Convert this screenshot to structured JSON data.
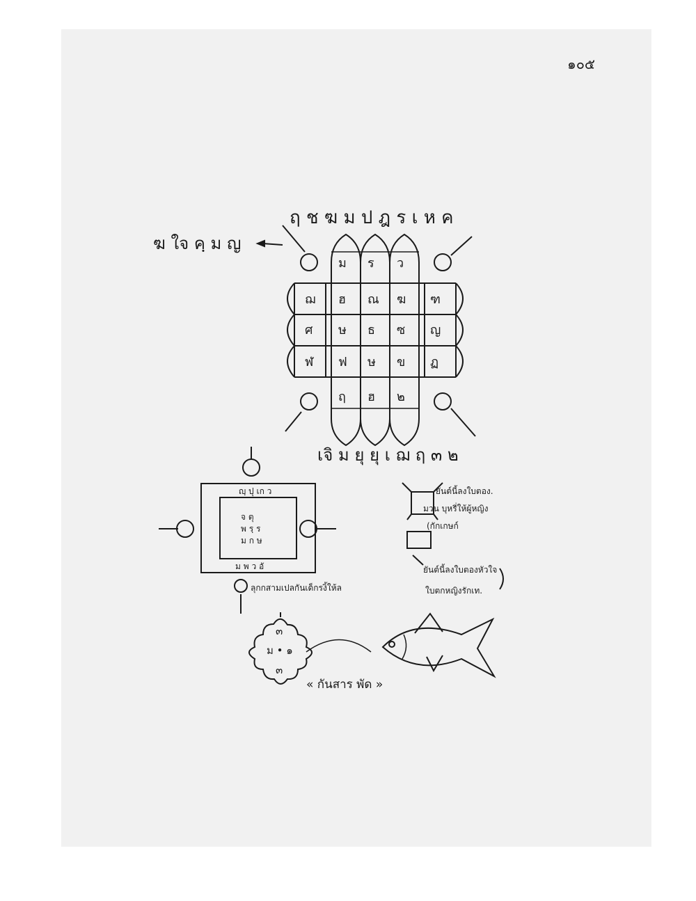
{
  "page": {
    "number": "๑๐๕"
  },
  "fish_talisman": {
    "caption": "« กันสาร พัด »",
    "medallion_glyphs": [
      "๓",
      "ม • ๑",
      "๓"
    ]
  },
  "small_yantra": {
    "note_lines": [
      "ยันต์นี้ลงใบตอง.",
      "มวน บุหรี่ให้ผู้หญิง",
      "(กักเกษก์",
      "ยันต์นี้ลงใบตองหัวใจ",
      "ใบตกหญิงรักเท."
    ]
  },
  "square_yantra": {
    "bottom_note": "ลุกกสามเปลกันเด็กรงิ้ให้ล"
  }
}
